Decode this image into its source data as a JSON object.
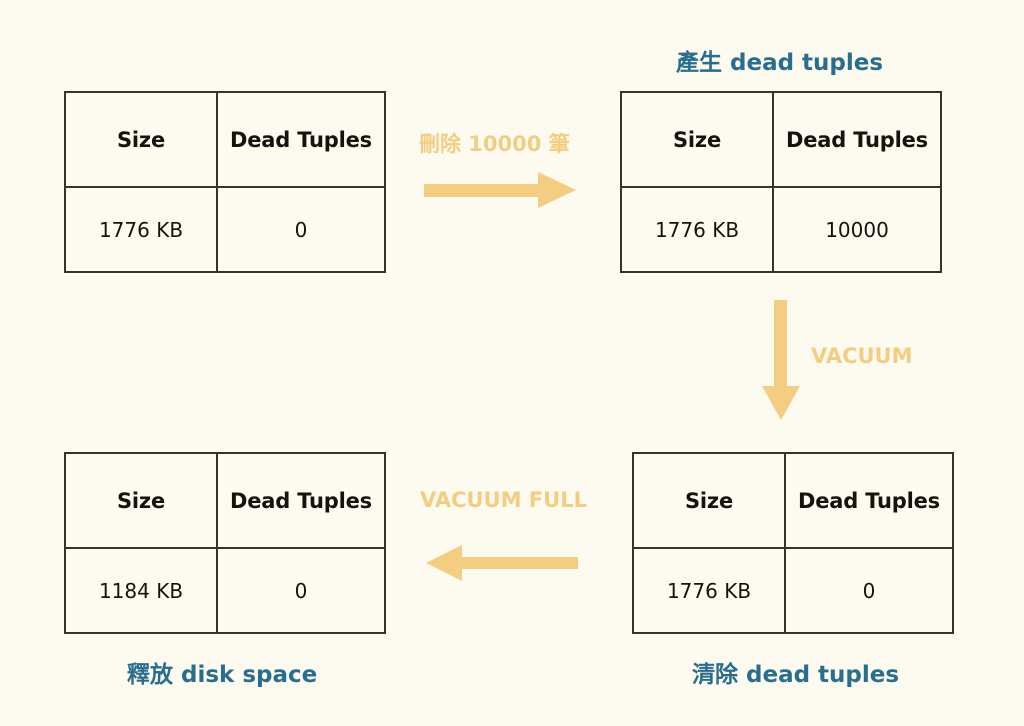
{
  "page": {
    "background_color": "#FDFAF0",
    "accent_gold": "#F3CE82",
    "accent_teal": "#2A6E8F",
    "border_color": "#36322D"
  },
  "columns": [
    "Size",
    "Dead Tuples"
  ],
  "captions": {
    "generate_dead_tuples": "產生 dead tuples",
    "clear_dead_tuples": "清除 dead tuples",
    "release_disk_space": "釋放 disk space"
  },
  "arrows": {
    "delete_rows": {
      "label": "刪除 10000 筆",
      "direction": "right"
    },
    "vacuum": {
      "label": "VACUUM",
      "direction": "down"
    },
    "vacuum_full": {
      "label": "VACUUM FULL",
      "direction": "left"
    }
  },
  "tables": {
    "initial": {
      "headers": [
        "Size",
        "Dead Tuples"
      ],
      "values": [
        "1776 KB",
        "0"
      ]
    },
    "after_delete": {
      "headers": [
        "Size",
        "Dead Tuples"
      ],
      "values": [
        "1776 KB",
        "10000"
      ]
    },
    "after_vacuum": {
      "headers": [
        "Size",
        "Dead Tuples"
      ],
      "values": [
        "1776 KB",
        "0"
      ]
    },
    "after_vacuum_full": {
      "headers": [
        "Size",
        "Dead Tuples"
      ],
      "values": [
        "1184 KB",
        "0"
      ]
    }
  }
}
